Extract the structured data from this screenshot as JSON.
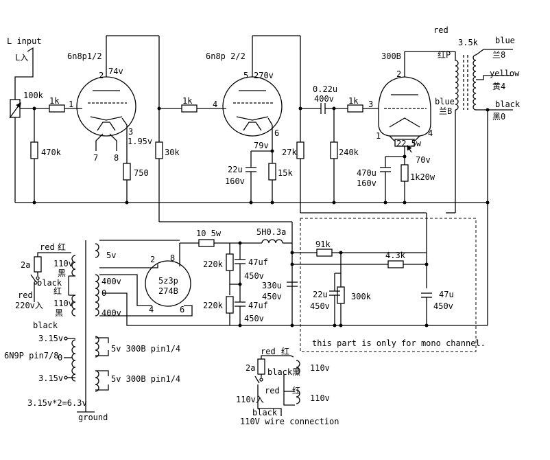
{
  "input": {
    "label1": "L input",
    "label2": "L入"
  },
  "tubes": {
    "v1": {
      "type": "6n8p1/2",
      "pin_plate": "2",
      "pin_grid": "1",
      "pin_cathode": "3",
      "pin_h1": "7",
      "pin_h2": "8",
      "plate_v": "74v",
      "cathode_v": "1.95v"
    },
    "v2": {
      "type": "6n8p 2/2",
      "pin_plate": "5",
      "pin_grid": "4",
      "pin_cathode": "6",
      "plate_v": "270v",
      "cathode_v": "79v"
    },
    "v3": {
      "type": "300B",
      "pin_plate": "2",
      "pin_grid": "3",
      "pin_f1": "1",
      "pin_f2": "4"
    },
    "rect": {
      "type1": "5z3p",
      "type2": "274B",
      "pin2": "2",
      "pin8": "8",
      "pin4": "4",
      "pin6": "6"
    }
  },
  "components": {
    "pot": "100k",
    "r_grid1": "1k",
    "r_gnd1": "470k",
    "r_k1": "750",
    "r_p1": "30k",
    "r_grid2": "1k",
    "c_k2": "22u",
    "c_k2_v": "160v",
    "r_k2": "15k",
    "r_p2": "27k",
    "c_coup": "0.22u",
    "c_coup_v": "400v",
    "r_g3": "240k",
    "r_grid3": "1k",
    "r_k3": "22 5w",
    "hum": "70v",
    "c_k3": "470u",
    "c_k3_v": "160v",
    "r_k3b": "1k20w",
    "r_filt1": "10 5w",
    "choke": "5H0.3a",
    "r_91": "91k",
    "r_43": "4.3k",
    "c1": "47uf",
    "c1_v": "450v",
    "c2": "47uf",
    "c2_v": "450v",
    "r220a": "220k",
    "r220b": "220k",
    "c330": "330u",
    "c330_v": "450v",
    "c22": "22u",
    "c22_v": "450v",
    "r300": "300k",
    "c47": "47u",
    "c47_v": "450v"
  },
  "output_tf": {
    "imp": "3.5k",
    "red": "red",
    "red_cn": "红P",
    "blue": "blue",
    "blue_cn": "兰B",
    "s_blue": "blue",
    "s_blue_cn": "兰8",
    "s_yellow": "yellow",
    "s_yellow_cn": "黄4",
    "s_black": "black",
    "s_black_cn": "黑0"
  },
  "power_tf": {
    "fuse": "2a",
    "red": "red",
    "red_cn": "红",
    "p110a": "110v",
    "black_cn_a": "黑",
    "black": "black",
    "red2": "red",
    "red2_cn": "红",
    "in220": "220v入",
    "p110b": "110v",
    "black_cn_b": "黑",
    "black2": "black",
    "s5v": "5v",
    "s400a": "400v",
    "s0": "0",
    "s400b": "400v",
    "h315a": "3.15v",
    "h0": "0",
    "h315b": "3.15v",
    "h_note": "6N9P pin7/8",
    "f300a": "5v 300B pin1/4",
    "f300b": "5v 300B pin1/4",
    "sum": "3.15v*2=6.3v",
    "ground": "ground"
  },
  "wire110": {
    "fuse": "2a",
    "red": "red",
    "red_cn": "红",
    "black": "black",
    "black_cn": "黑",
    "v110a": "110v",
    "red2": "red",
    "red2_cn": "红",
    "v110b": "110v",
    "in": "110v入",
    "black2": "black",
    "title": "110V wire connection"
  },
  "note": "this part is only for mono channel."
}
